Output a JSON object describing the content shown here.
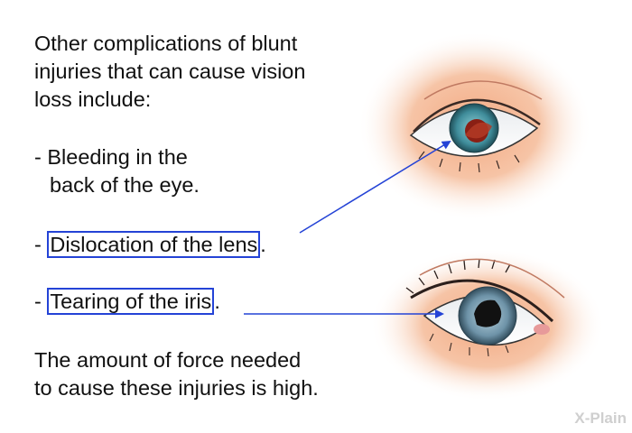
{
  "intro": {
    "line1": "Other complications of blunt",
    "line2": "injuries that can cause vision",
    "line3": "loss include:"
  },
  "items": {
    "bleeding_line1": "- Bleeding in the",
    "bleeding_line2": "back of the eye.",
    "dislocation_dash": "- ",
    "dislocation_text": "Dislocation of the lens",
    "dislocation_end": ".",
    "tearing_dash": "- ",
    "tearing_text": "Tearing of the iris",
    "tearing_end": "."
  },
  "outro": {
    "line1": "The amount of force needed",
    "line2": "to cause these injuries is high."
  },
  "logo": "X-Plain",
  "colors": {
    "highlight": "#2443d6",
    "skin": "#f3b48f",
    "iris_top": "#3f8c9a",
    "iris_bottom": "#6e93a8"
  }
}
